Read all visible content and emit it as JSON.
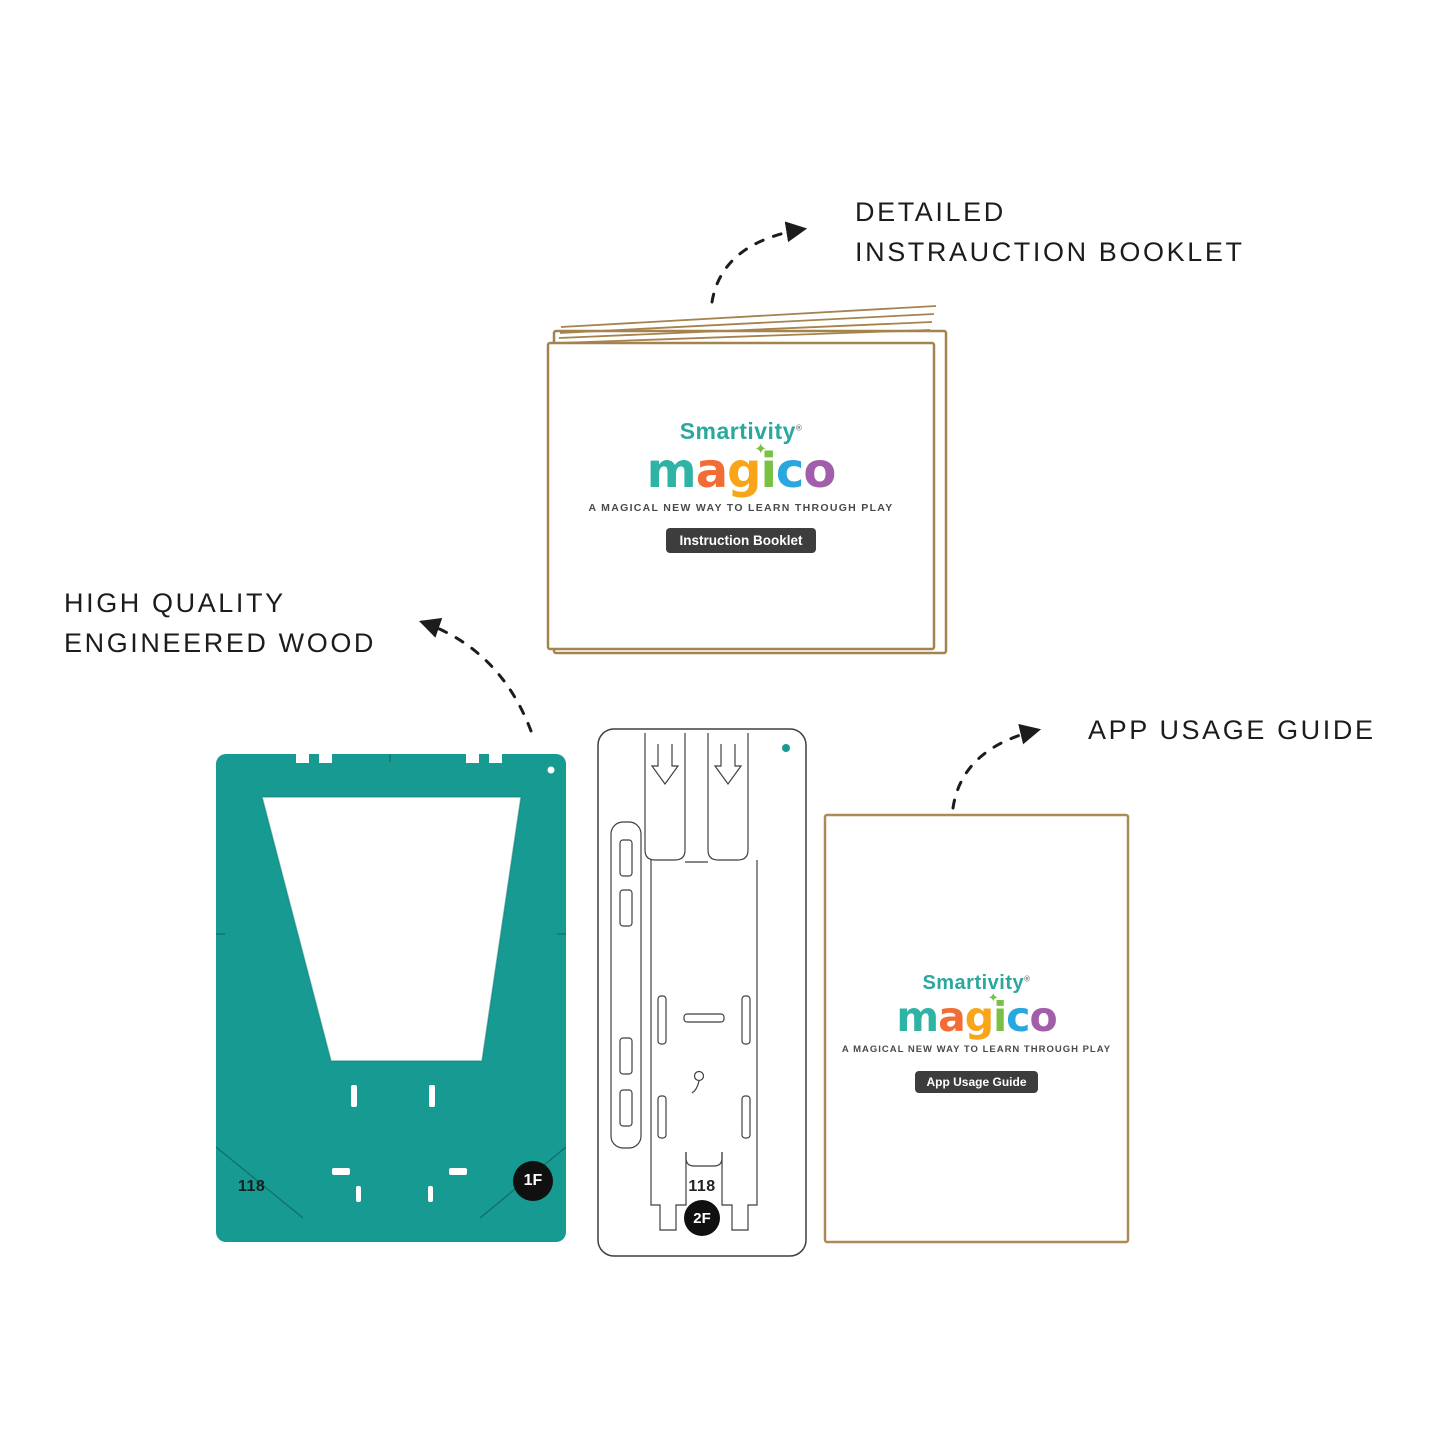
{
  "canvas": {
    "bg": "#ffffff",
    "text_color": "#1c1c1c"
  },
  "brand": {
    "name": "Smartivity",
    "name_color": "#2aa79e",
    "registered_mark": "®",
    "logo_letters": [
      {
        "ch": "m",
        "color": "#2eb3a5"
      },
      {
        "ch": "a",
        "color": "#f26d36"
      },
      {
        "ch": "g",
        "color": "#f9a51a"
      },
      {
        "ch": "i",
        "color": "#7ac143"
      },
      {
        "ch": "c",
        "color": "#29a8e0"
      },
      {
        "ch": "o",
        "color": "#a25eaa"
      }
    ],
    "sparkle_icon": "✦",
    "tagline": "A MAGICAL NEW WAY TO LEARN THROUGH PLAY"
  },
  "callouts": {
    "instruction_booklet": {
      "line1": "DETAILED",
      "line2": "INSTRAUCTION BOOKLET"
    },
    "engineered_wood": {
      "line1": "HIGH QUALITY",
      "line2": "ENGINEERED WOOD"
    },
    "app_usage_guide": {
      "line1": "APP USAGE GUIDE"
    }
  },
  "instruction_booklet": {
    "badge": "Instruction Booklet"
  },
  "app_usage_guide": {
    "badge": "App Usage Guide"
  },
  "wood_panels": {
    "teal_panel": {
      "part_number": "118",
      "part_code": "1F",
      "color": "#169a92"
    },
    "white_sheet": {
      "part_number": "118",
      "part_code": "2F"
    }
  }
}
